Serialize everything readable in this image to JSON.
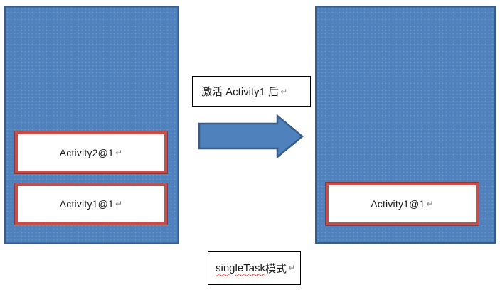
{
  "stacks": {
    "before": {
      "boxes": [
        {
          "label": "Activity2@1"
        },
        {
          "label": "Activity1@1"
        }
      ]
    },
    "after": {
      "boxes": [
        {
          "label": "Activity1@1"
        }
      ]
    }
  },
  "transition": {
    "label": "激活 Activity1 后"
  },
  "caption": {
    "highlighted": "singleTask",
    "rest": " 模式"
  },
  "marks": {
    "return": "↵"
  },
  "colors": {
    "stack_fill": "#4F81BD",
    "stack_border": "#385D8A",
    "activity_box_border": "#C0504D",
    "activity_box_fill": "#FFFFFF",
    "arrow_fill": "#4F81BD",
    "arrow_border": "#385D8A",
    "label_box_border": "#000000",
    "text": "#1A1A1A",
    "return_mark": "#808080",
    "spellcheck_underline": "#E03030"
  }
}
